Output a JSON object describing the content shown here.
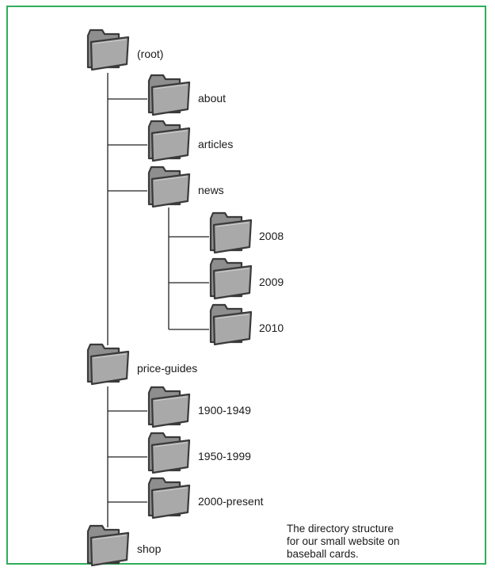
{
  "colors": {
    "frame": "#2fae5a",
    "folder_outline": "#3a3a3a",
    "folder_body": "#8e8e8e",
    "folder_front": "#a9a9a9",
    "line": "#222222"
  },
  "tree": {
    "root": "(root)",
    "about": "about",
    "articles": "articles",
    "news": "news",
    "news_2008": "2008",
    "news_2009": "2009",
    "news_2010": "2010",
    "price_guides": "price-guides",
    "pg_1900": "1900-1949",
    "pg_1950": "1950-1999",
    "pg_2000": "2000-present",
    "shop": "shop"
  },
  "caption": {
    "line1": "The directory structure",
    "line2": "for our small website on",
    "line3": "baseball cards."
  }
}
